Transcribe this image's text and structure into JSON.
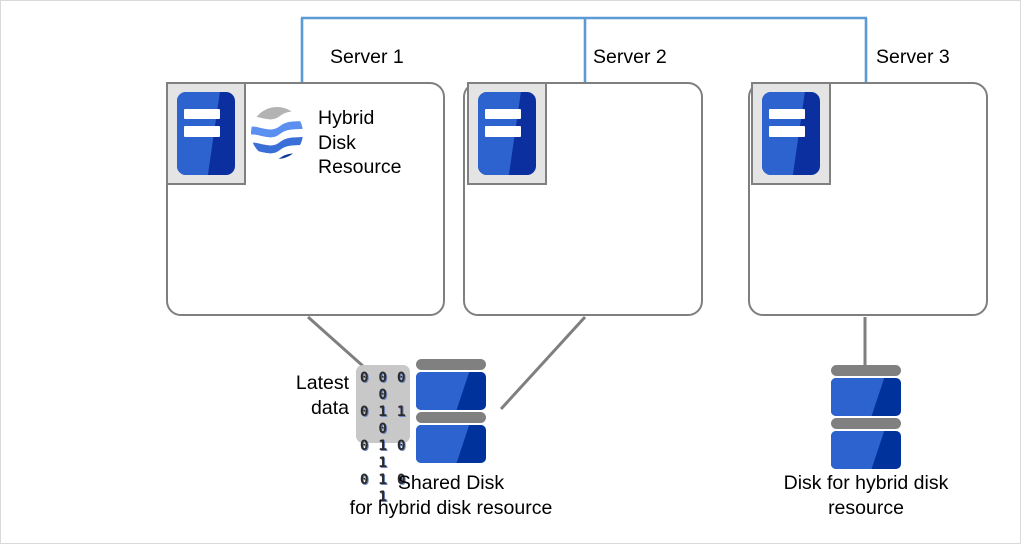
{
  "diagram": {
    "title_present": false,
    "colors": {
      "network_line": "#5b9bd5",
      "box_border": "#7f7f7f",
      "connector_line": "#7f7f7f",
      "disk_light_blue": "#2d63ce",
      "disk_dark_blue": "#00329b",
      "disk_cap_grey": "#808080",
      "icon_panel_grey": "#e4e4e4",
      "binary_block_grey": "#c8c8c8",
      "frame_border": "#d9d9d9"
    },
    "servers": [
      {
        "id": "server-1",
        "label": "Server 1",
        "has_hybrid_resource": true
      },
      {
        "id": "server-2",
        "label": "Server 2",
        "has_hybrid_resource": false
      },
      {
        "id": "server-3",
        "label": "Server 3",
        "has_hybrid_resource": false
      }
    ],
    "hybrid_resource": {
      "label": "Hybrid\nDisk\nResource",
      "icon": "hybrid-disk-globe-icon"
    },
    "latest_data": {
      "label": "Latest\ndata",
      "binary_rows": [
        "0 0 0 0",
        "0 1 1 0",
        "0 1 0 1",
        "0 1 0 1"
      ]
    },
    "storage": [
      {
        "id": "shared-disk",
        "caption": "Shared Disk\nfor hybrid disk resource",
        "segments": 2
      },
      {
        "id": "hybrid-disk",
        "caption": "Disk for hybrid disk\nresource",
        "segments": 2
      }
    ]
  }
}
